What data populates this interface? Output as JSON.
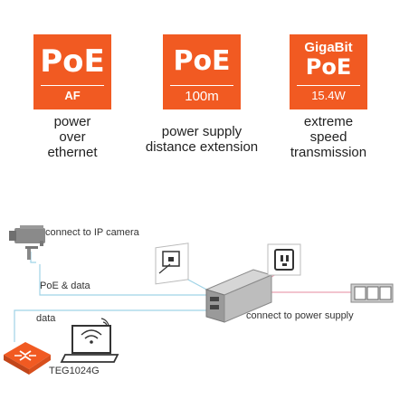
{
  "features": [
    {
      "top": "PoE",
      "bottom": "AF",
      "caption": [
        "power",
        "over",
        "ethernet"
      ]
    },
    {
      "top": "PoE",
      "bottom": "100m",
      "caption": [
        "power supply",
        "distance extension"
      ]
    },
    {
      "top_small": "GigaBit",
      "top": "PoE",
      "bottom": "15.4W",
      "caption": [
        "extreme",
        "speed",
        "transmission"
      ]
    }
  ],
  "diagram": {
    "camera_label": "connect to IP camera",
    "poe_data_label": "PoE & data",
    "data_label": "data",
    "power_label": "connect to power supply",
    "switch_label": "TEG1024G"
  },
  "colors": {
    "accent": "#f15a22",
    "data_line": "#9fd3e6",
    "power_line": "#e9a0b0",
    "device_gray": "#9a9a9a"
  },
  "icons": [
    "ip-camera-icon",
    "ethernet-port-icon",
    "poe-injector-icon",
    "power-socket-icon",
    "power-strip-icon",
    "laptop-wifi-icon",
    "switch-icon"
  ]
}
